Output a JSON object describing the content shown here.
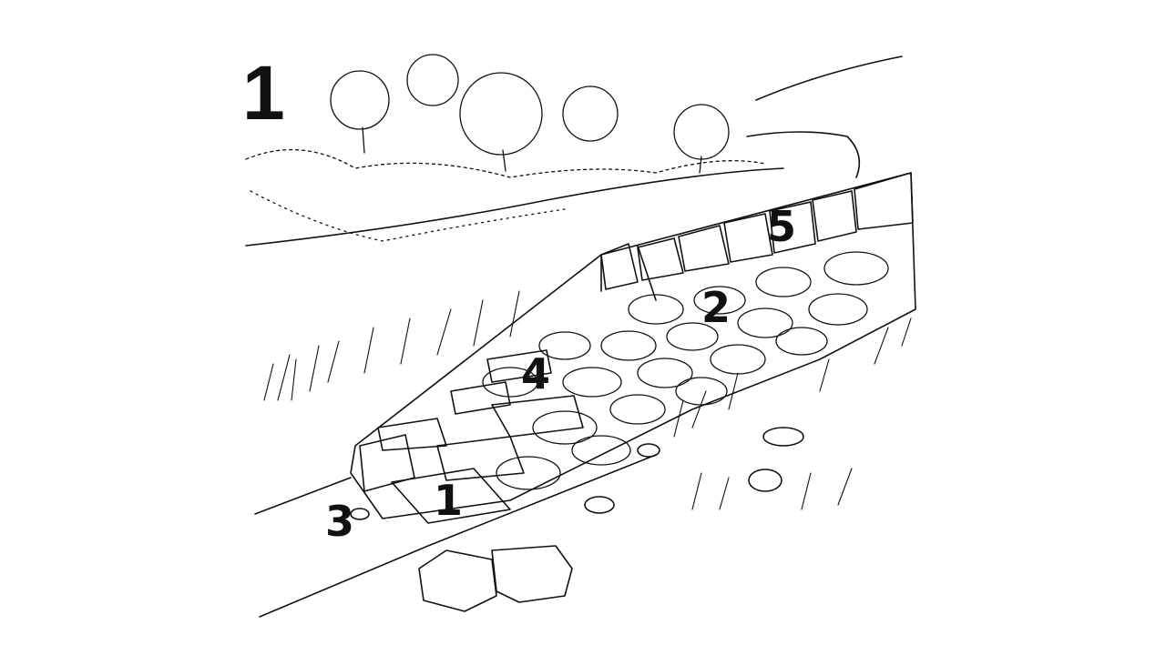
{
  "figure_number": "1",
  "labels": {
    "top_stones": "5",
    "wall_body": "2",
    "through_stone": "4",
    "foundation": "1",
    "trench": "3"
  },
  "colors": {
    "ink": "#111111",
    "background": "#ffffff"
  }
}
